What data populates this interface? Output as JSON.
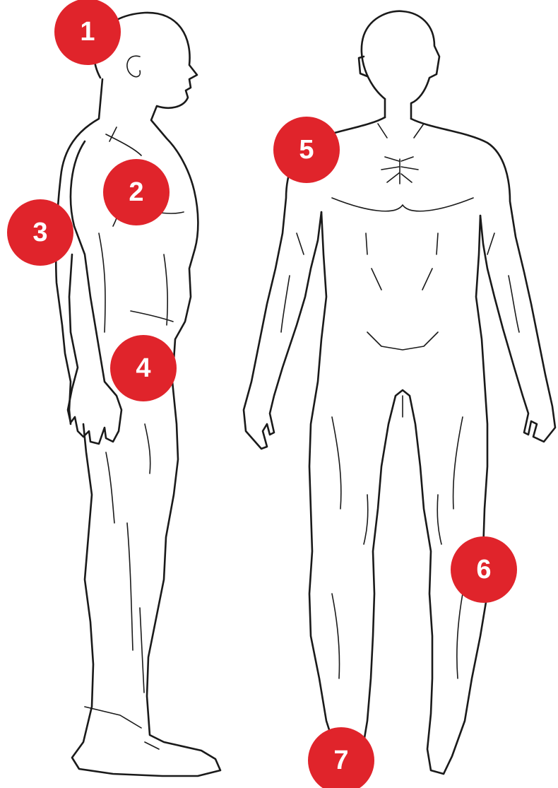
{
  "colors": {
    "marker": "#e0242b",
    "marker_text": "#ffffff",
    "line": "#1a1a1a",
    "background": "#ffffff"
  },
  "markers": [
    {
      "id": "1",
      "label": "1"
    },
    {
      "id": "2",
      "label": "2"
    },
    {
      "id": "3",
      "label": "3"
    },
    {
      "id": "4",
      "label": "4"
    },
    {
      "id": "5",
      "label": "5"
    },
    {
      "id": "6",
      "label": "6"
    },
    {
      "id": "7",
      "label": "7"
    }
  ]
}
